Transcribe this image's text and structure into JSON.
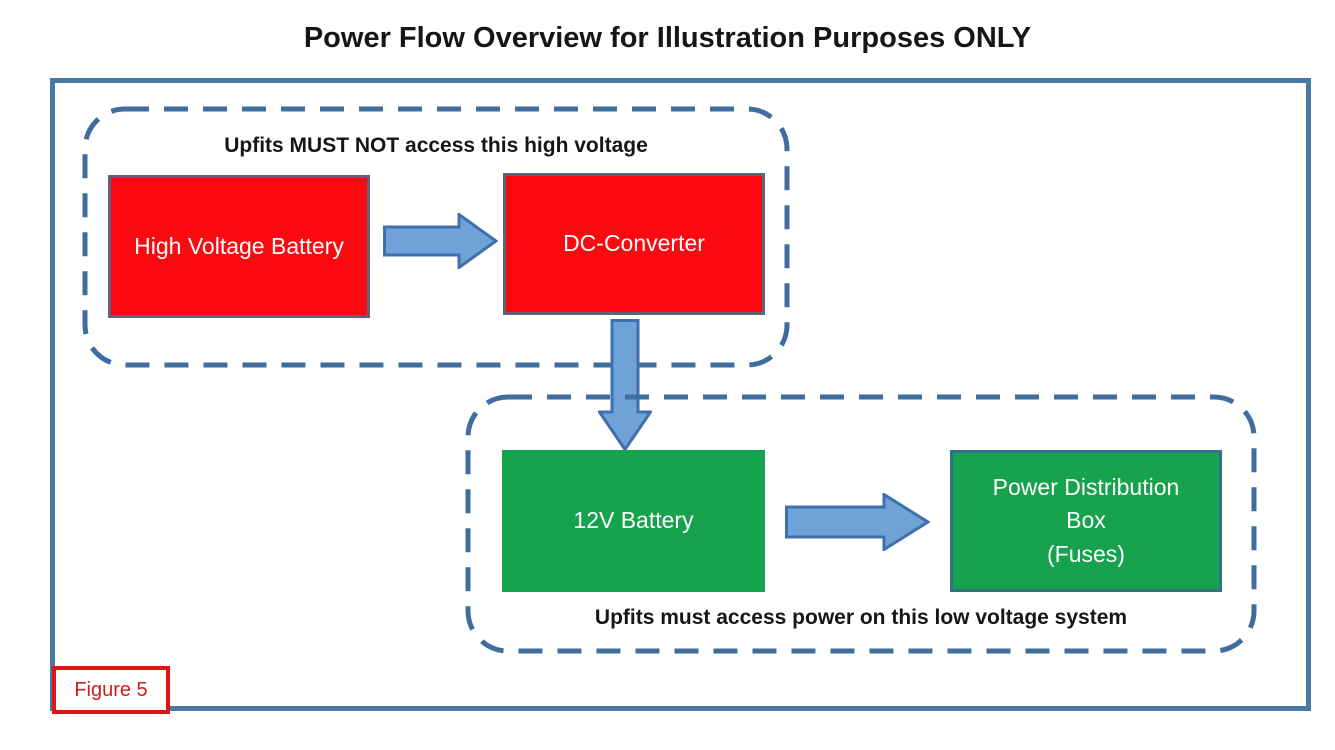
{
  "title": "Power Flow Overview for Illustration Purposes ONLY",
  "figure": {
    "label": "Figure 5"
  },
  "colors": {
    "title_text": "#161616",
    "caption_text": "#161616",
    "outer_border": "#4a7aa3",
    "dashed_border": "#3f6e9e",
    "red_fill": "#fa0a10",
    "red_box_border": "#5c6476",
    "green_fill": "#17a24e",
    "green_box_border": "#337085",
    "arrow_fill": "#6fa3d8",
    "arrow_border": "#3f6fae",
    "figure_border": "#e11414",
    "figure_text": "#c9211e",
    "node_text": "#fdfefd"
  },
  "high_voltage_zone": {
    "caption": "Upfits MUST NOT access this high voltage",
    "nodes": {
      "hv_battery": {
        "label": "High Voltage Battery"
      },
      "dc_converter": {
        "label": "DC-Converter"
      }
    }
  },
  "low_voltage_zone": {
    "caption": "Upfits must access power on this low voltage system",
    "nodes": {
      "battery_12v": {
        "label": "12V Battery"
      },
      "power_distribution_box": {
        "line1": "Power Distribution",
        "line2": "Box",
        "line3": "(Fuses)"
      }
    }
  }
}
